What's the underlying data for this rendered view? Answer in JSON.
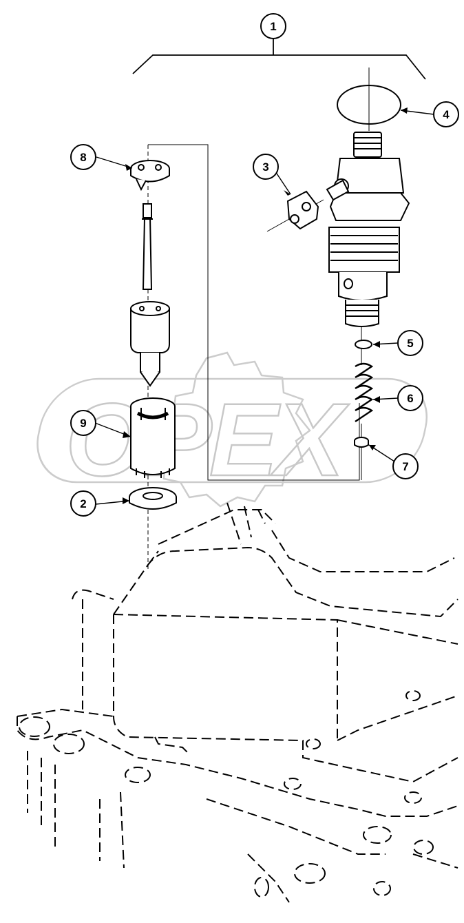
{
  "diagram": {
    "watermark": "OPEX",
    "callouts": [
      {
        "id": "callout-1",
        "label": "1"
      },
      {
        "id": "callout-2",
        "label": "2"
      },
      {
        "id": "callout-3",
        "label": "3"
      },
      {
        "id": "callout-4",
        "label": "4"
      },
      {
        "id": "callout-5",
        "label": "5"
      },
      {
        "id": "callout-6",
        "label": "6"
      },
      {
        "id": "callout-7",
        "label": "7"
      },
      {
        "id": "callout-8",
        "label": "8"
      },
      {
        "id": "callout-9",
        "label": "9"
      }
    ]
  }
}
